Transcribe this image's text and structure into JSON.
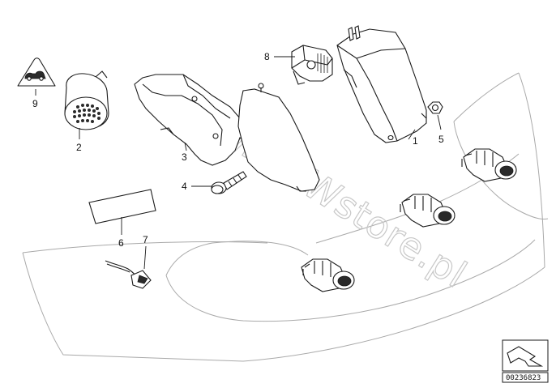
{
  "callouts": {
    "c1": "1",
    "c2": "2",
    "c3": "3",
    "c4": "4",
    "c5": "5",
    "c6": "6",
    "c7": "7",
    "c8": "8",
    "c9": "9"
  },
  "watermark": "www.BMWstore.pl",
  "diagram_ref": "00236823",
  "icon": "corner-arrow-icon"
}
